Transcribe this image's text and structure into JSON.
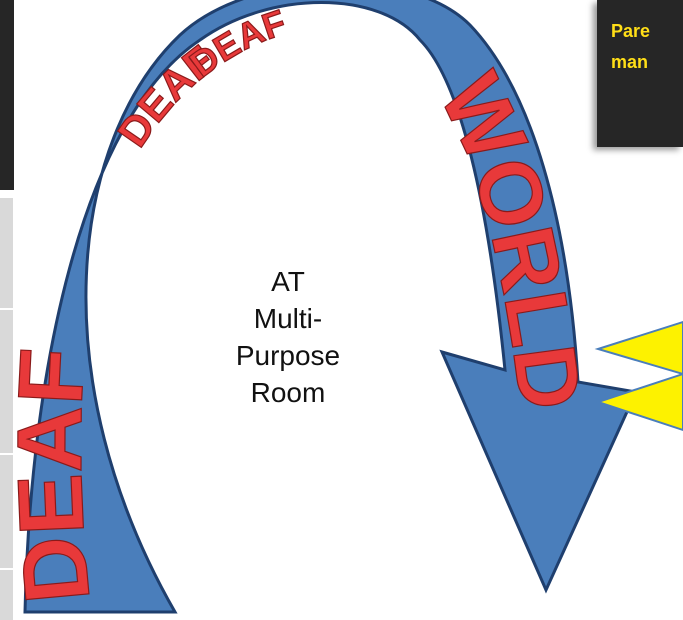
{
  "arch": {
    "left_word_large": "DEAF",
    "left_word_small": "DEAF",
    "left_word_small_2": "DEAF",
    "right_word": "WORLD"
  },
  "center_label": {
    "line1": "AT",
    "line2": "Multi-",
    "line3": "Purpose",
    "line4": "Room"
  },
  "callout": {
    "line1": "Pare",
    "line2": "man"
  },
  "colors": {
    "arrow_fill": "#4a7ebb",
    "arrow_stroke": "#1f3f6e",
    "word_fill": "#e8393a",
    "callout_text": "#ffde17",
    "triangle_fill": "#fdf200"
  }
}
